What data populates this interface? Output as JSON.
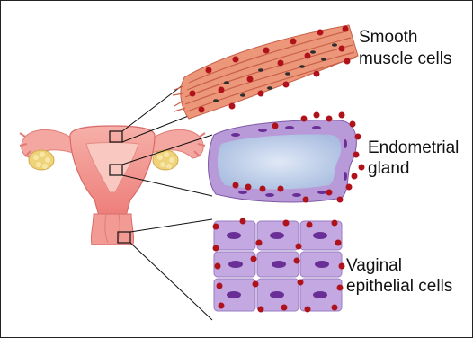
{
  "labels": {
    "smooth_muscle": [
      "Smooth",
      "muscle cells"
    ],
    "endometrial": [
      "Endometrial",
      "gland"
    ],
    "vaginal": [
      "Vaginal",
      "epithelial cells"
    ]
  },
  "colors": {
    "uterus": "#f08a86",
    "uterus_light": "#f6b9b2",
    "ovary": "#efd37a",
    "muscle": "#e98a6e",
    "muscle_dark": "#c8604a",
    "gland_cell": "#b99ad8",
    "gland_lumen": "#c9d7ee",
    "epithelial_cell": "#c3a8e2",
    "nucleus": "#6a2f96",
    "receptor_dot": "#b0121b"
  }
}
